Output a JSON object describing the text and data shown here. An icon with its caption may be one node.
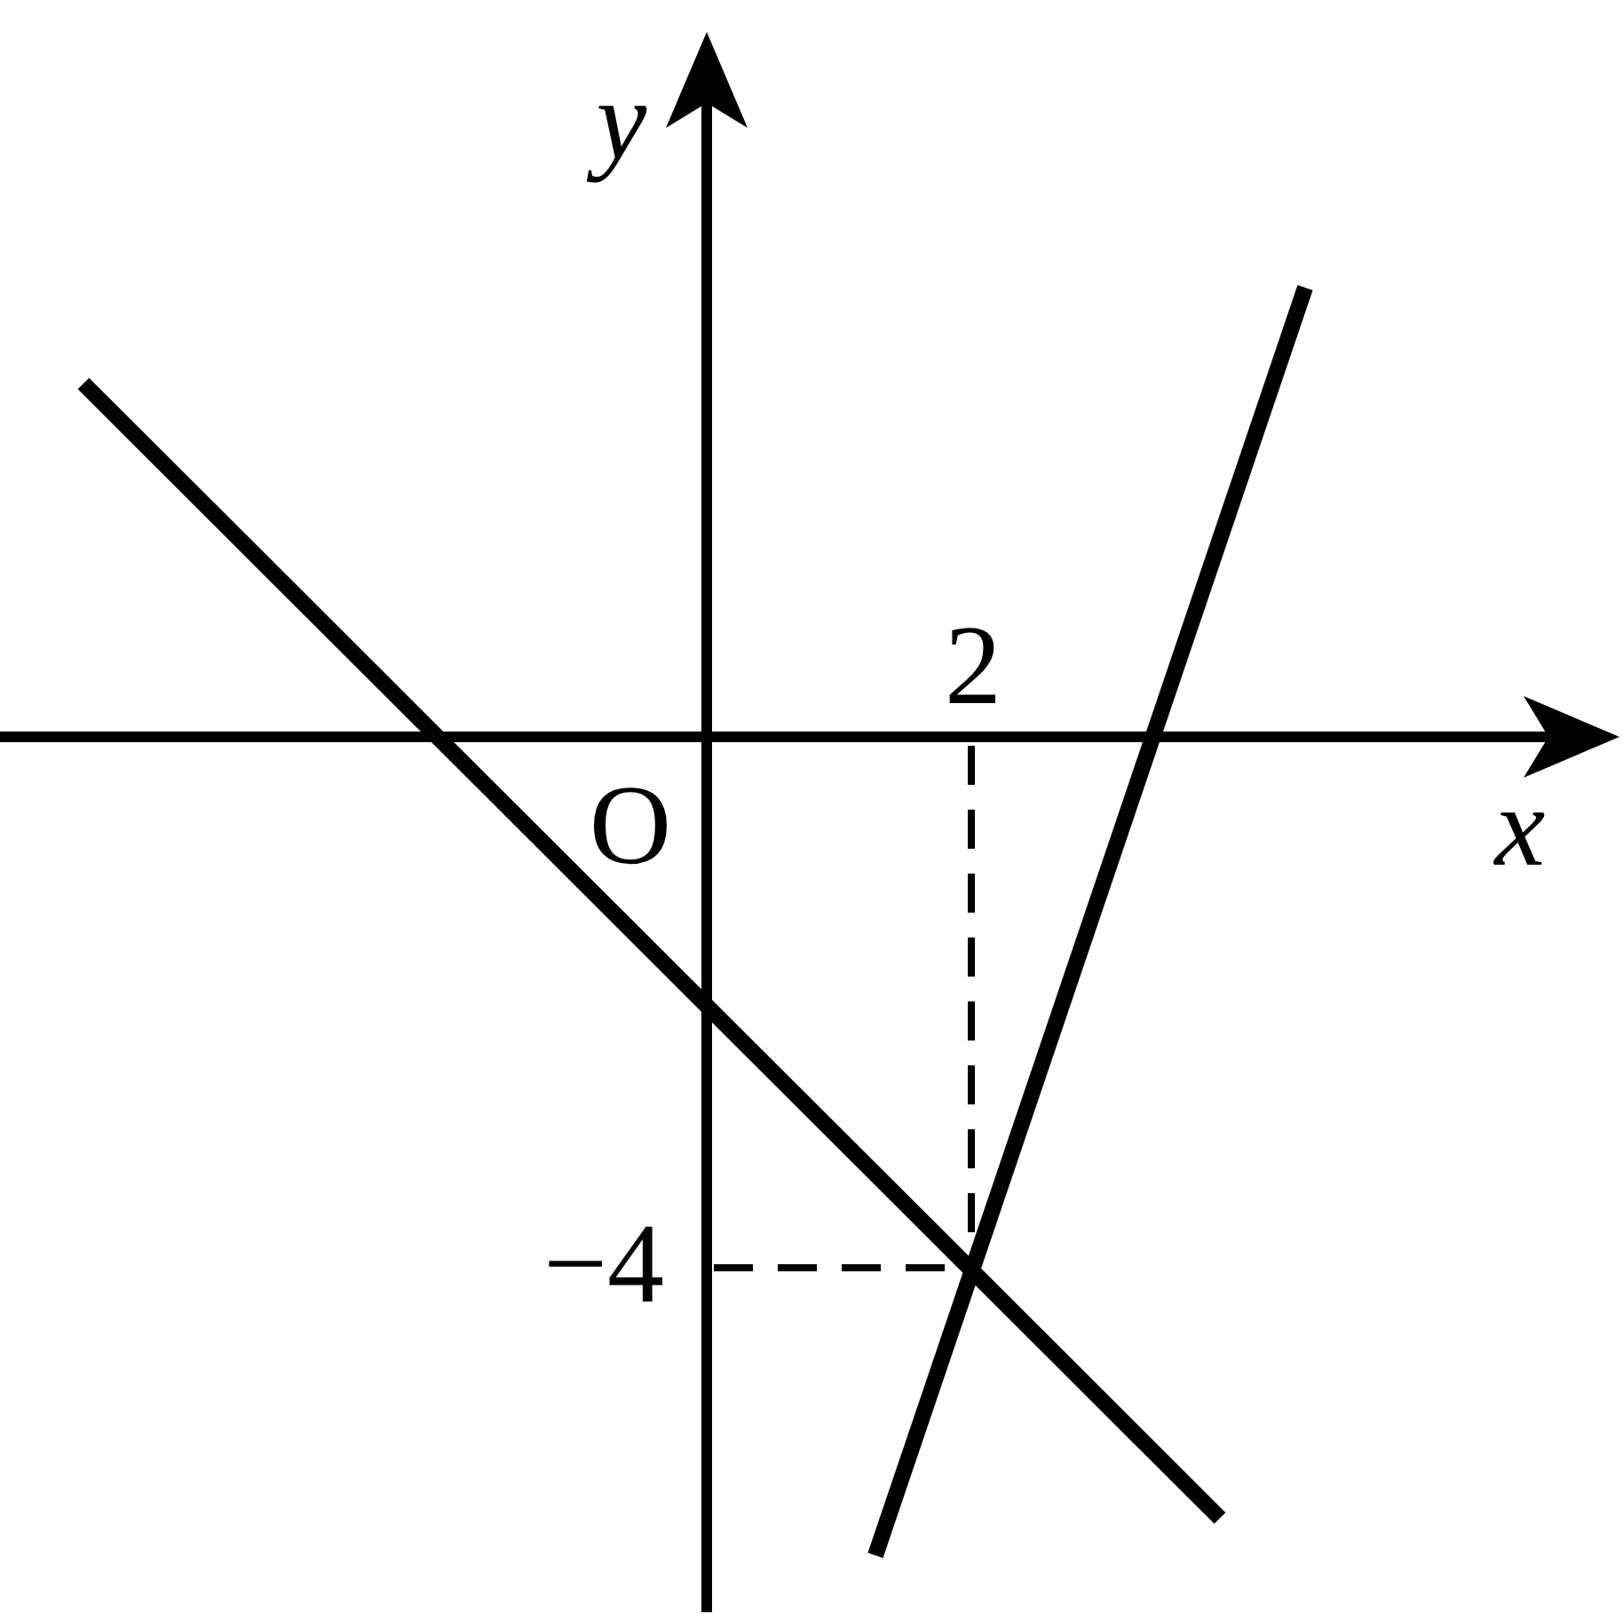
{
  "diagram": {
    "labels": [
      "y",
      "2",
      "O",
      "x",
      "−4"
    ]
  }
}
